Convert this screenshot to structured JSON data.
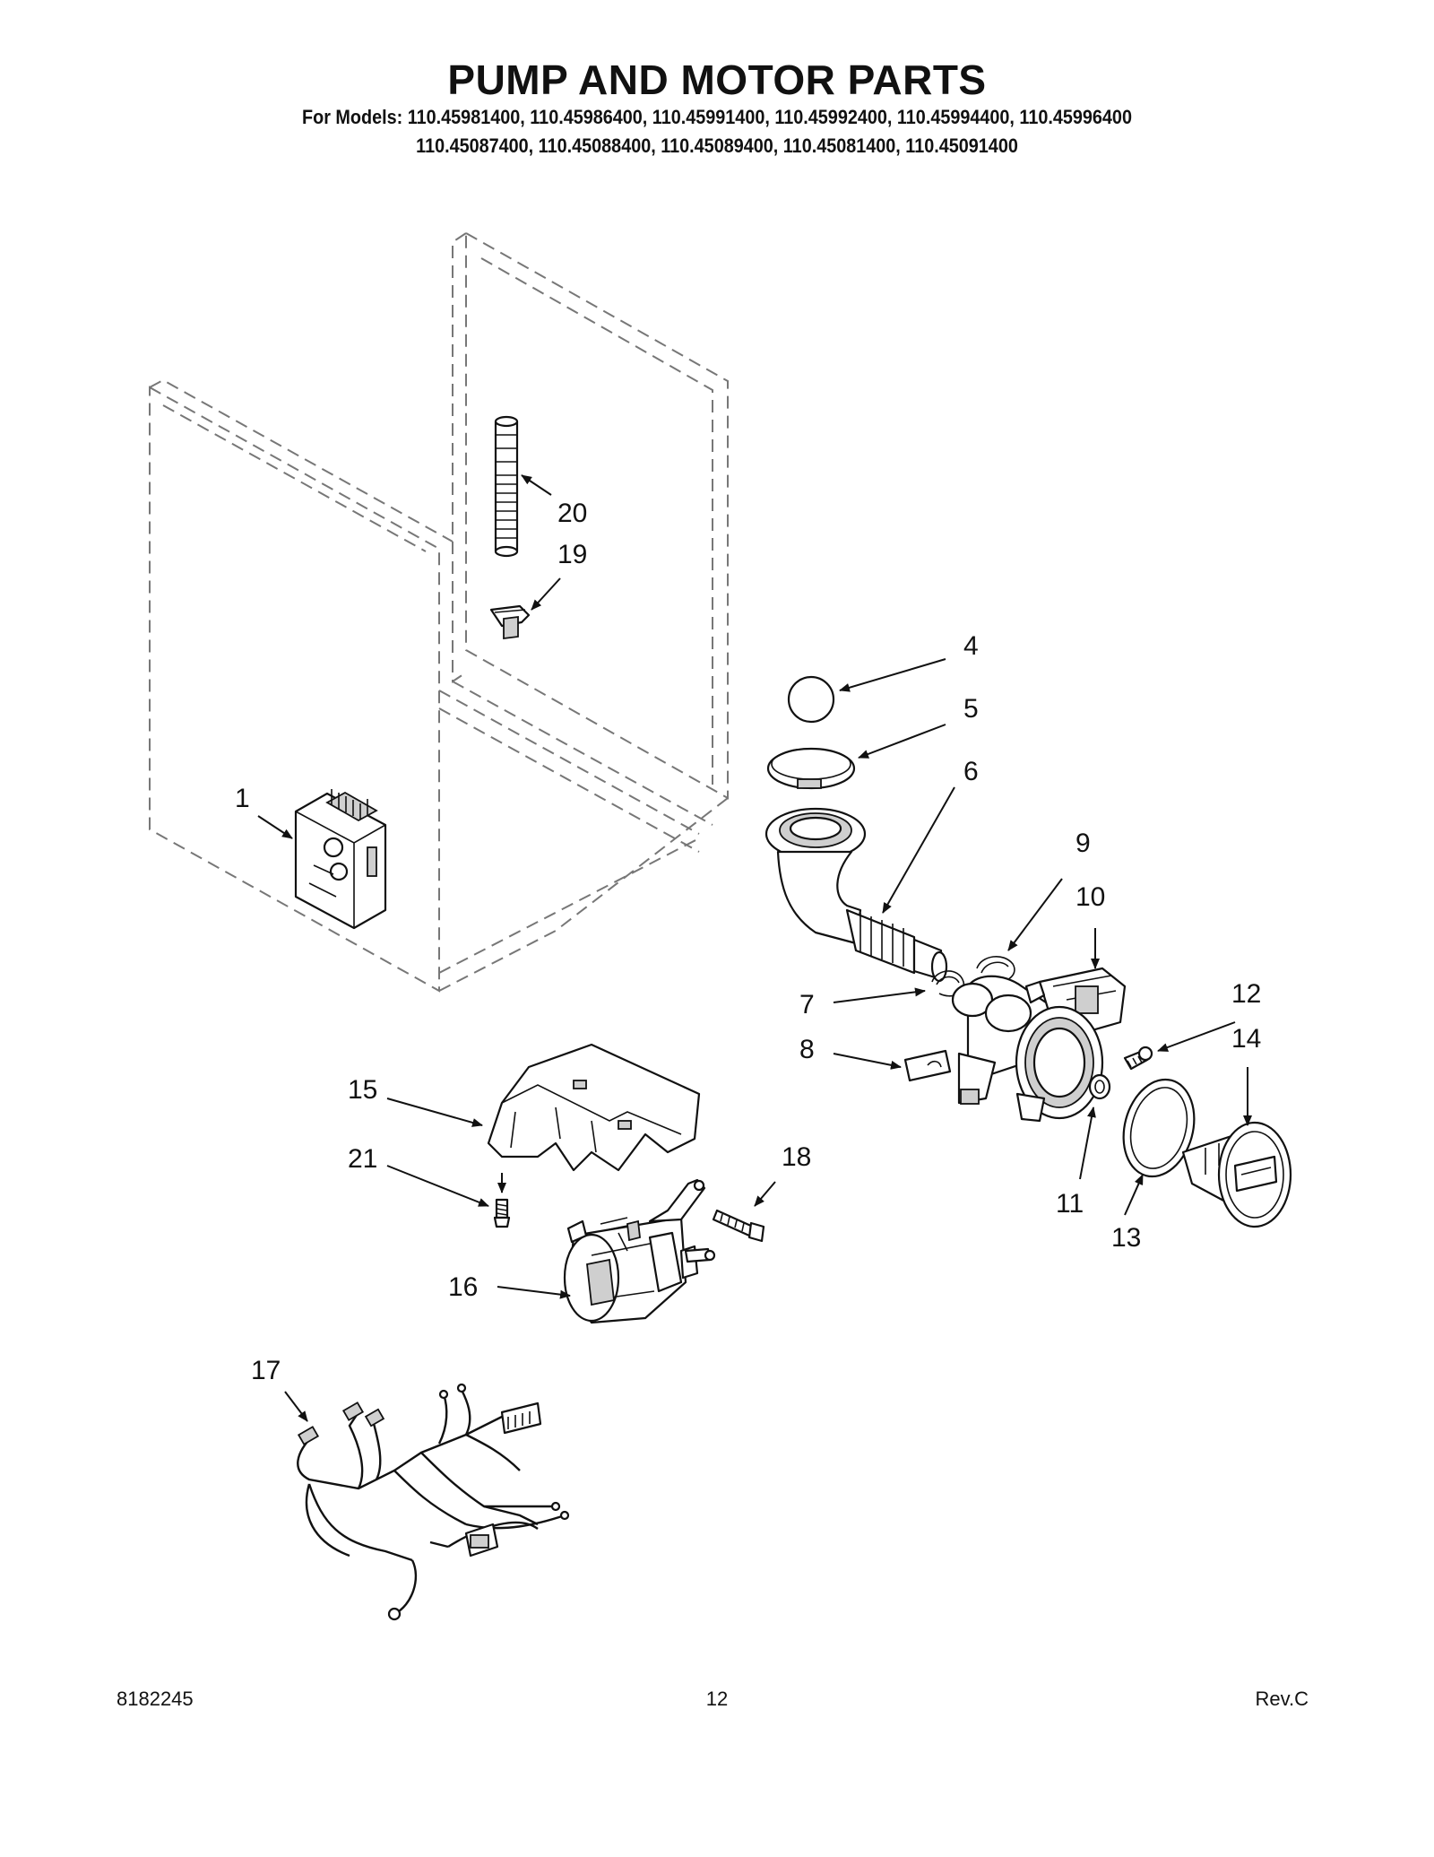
{
  "title": "PUMP AND MOTOR PARTS",
  "models_line1": "For Models: 110.45981400, 110.45986400, 110.45991400, 110.45992400, 110.45994400, 110.45996400",
  "models_line2": "110.45087400, 110.45088400, 110.45089400, 110.45081400, 110.45091400",
  "callouts": {
    "c1": "1",
    "c4": "4",
    "c5": "5",
    "c6": "6",
    "c7": "7",
    "c8": "8",
    "c9": "9",
    "c10": "10",
    "c11": "11",
    "c12": "12",
    "c13": "13",
    "c14": "14",
    "c15": "15",
    "c16": "16",
    "c17": "17",
    "c18": "18",
    "c19": "19",
    "c20": "20",
    "c21": "21"
  },
  "footer": {
    "doc_number": "8182245",
    "page_number": "12",
    "revision": "Rev.C"
  }
}
